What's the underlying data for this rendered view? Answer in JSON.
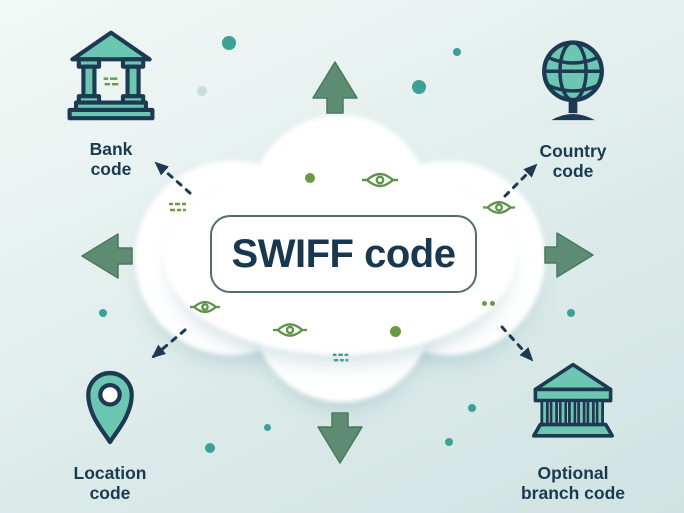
{
  "center_box": {
    "label": "SWIFF code"
  },
  "nodes": {
    "bank": {
      "line1": "Bank",
      "line2": "code",
      "icon": "bank-icon"
    },
    "country": {
      "line1": "Country",
      "line2": "code",
      "icon": "globe-icon"
    },
    "location": {
      "line1": "Location",
      "line2": "code",
      "icon": "location-pin-icon"
    },
    "branch": {
      "line1": "Optional",
      "line2": "branch code",
      "icon": "branch-building-icon"
    }
  },
  "arrows": {
    "solid": [
      "arrow-up-icon",
      "arrow-right-icon",
      "arrow-down-icon",
      "arrow-left-icon"
    ],
    "dashed": [
      "dashed-arrow-top-left-icon",
      "dashed-arrow-top-right-icon",
      "dashed-arrow-bottom-left-icon",
      "dashed-arrow-bottom-right-icon"
    ]
  },
  "colors": {
    "background_light": "#f2f8f6",
    "background_dark": "#cfe3e2",
    "cloud": "#ffffff",
    "icon_teal": "#6cc7b2",
    "outline_navy": "#1d3a52",
    "arrow_green": "#5d8c72",
    "box_border": "#4e7260",
    "text_navy": "#17384e",
    "doodle_green": "#5e9447",
    "doodle_olive": "#6a9b42",
    "dot_teal": "#3ba095",
    "dot_gray": "#ccdcdd"
  }
}
